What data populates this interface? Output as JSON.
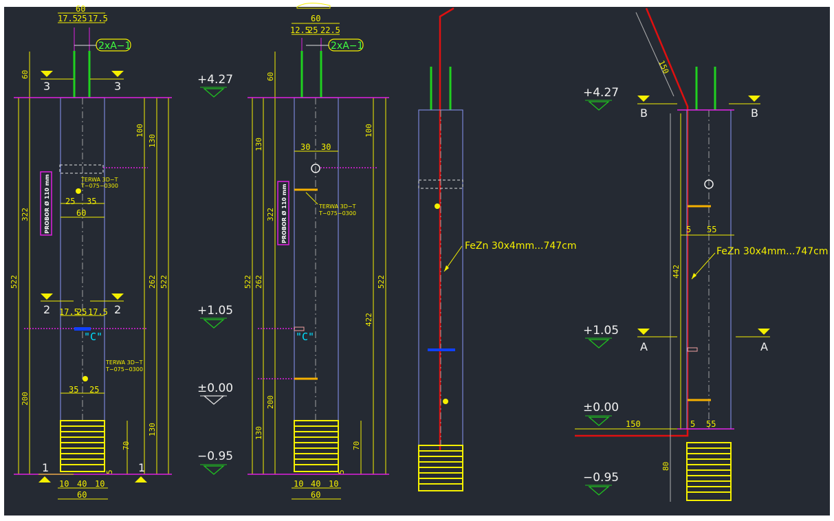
{
  "colors": {
    "background": "#252a33",
    "outline": "#7a86d8",
    "dimension": "#f5f000",
    "extension": "#e020e0",
    "rebar": "#20d020",
    "strip": "#e01010",
    "level_marker": "#20c020",
    "callout": "#00e0ff"
  },
  "levels": {
    "top": "+4.27",
    "mid": "+1.05",
    "zero": "±0.00",
    "bottom": "−0.95"
  },
  "bubble": "2xA−1",
  "proboj": "PROBOR Ø 110 mm",
  "terwa_line1": "TERWA 3D−T",
  "terwa_line2": "T−075−0300",
  "fezn": "FeZn 30x4mm...747cm",
  "callout_c": "\"C\"",
  "sections": {
    "s3": "3",
    "s2": "2",
    "s1": "1",
    "sB": "B",
    "sA": "A"
  },
  "v1": {
    "top_w": "60",
    "top_a": "17.5",
    "top_b": "25",
    "top_c": "17.5",
    "d60": "60",
    "d322": "322",
    "d522": "522",
    "d200": "200",
    "d100": "100",
    "d130a": "130",
    "d262": "262",
    "d522r": "522",
    "d130b": "130",
    "d70": "70",
    "d5": "5",
    "w25": "25",
    "w35": "35",
    "w60": "60",
    "m175a": "17.5",
    "m25": "25",
    "m175b": "17.5",
    "b35": "35",
    "b25": "25",
    "bot10a": "10",
    "bot40": "40",
    "bot10b": "10",
    "bot60": "60"
  },
  "v2": {
    "top_w": "60",
    "top_a": "12.5",
    "top_b": "25",
    "top_c": "22.5",
    "d60": "60",
    "d130": "130",
    "d322": "322",
    "d522": "522",
    "d262": "262",
    "d200": "200",
    "d130b": "130",
    "w30a": "30",
    "w30b": "30",
    "d100": "100",
    "d522r": "522",
    "d422": "422",
    "d70": "70",
    "d5": "5",
    "bot10a": "10",
    "bot40": "40",
    "bot10b": "10",
    "bot60": "60"
  },
  "v4": {
    "d150a": "150",
    "d442": "442",
    "d80": "80",
    "d5a": "5",
    "d55a": "55",
    "d150": "150",
    "d5b": "5",
    "d55b": "55"
  }
}
